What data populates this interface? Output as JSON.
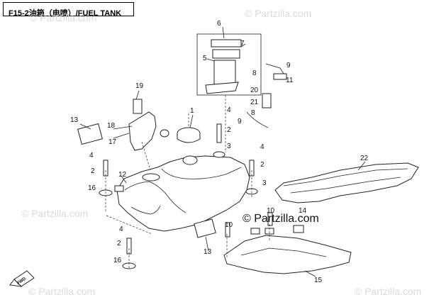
{
  "diagram": {
    "title": "F15-2油箱（电喷）/FUEL TANK",
    "brand_overlay": "© Partzilla.com",
    "watermarks": [
      "© Partzilla.com",
      "© Partzilla.com",
      "© Partzilla.com",
      "© Partzilla.com",
      "© Partzilla.com"
    ],
    "direction_label": "FWD",
    "callouts": [
      {
        "id": "c1",
        "label": "1"
      },
      {
        "id": "c2a",
        "label": "2"
      },
      {
        "id": "c2b",
        "label": "2"
      },
      {
        "id": "c2c",
        "label": "2"
      },
      {
        "id": "c2d",
        "label": "2"
      },
      {
        "id": "c3a",
        "label": "3"
      },
      {
        "id": "c3b",
        "label": "3"
      },
      {
        "id": "c4a",
        "label": "4"
      },
      {
        "id": "c4b",
        "label": "4"
      },
      {
        "id": "c4c",
        "label": "4"
      },
      {
        "id": "c4d",
        "label": "4"
      },
      {
        "id": "c5",
        "label": "5"
      },
      {
        "id": "c6",
        "label": "6"
      },
      {
        "id": "c7",
        "label": "7"
      },
      {
        "id": "c8a",
        "label": "8"
      },
      {
        "id": "c8b",
        "label": "8"
      },
      {
        "id": "c9a",
        "label": "9"
      },
      {
        "id": "c9b",
        "label": "9"
      },
      {
        "id": "c10a",
        "label": "10"
      },
      {
        "id": "c10b",
        "label": "10"
      },
      {
        "id": "c11",
        "label": "11"
      },
      {
        "id": "c12",
        "label": "12"
      },
      {
        "id": "c13a",
        "label": "13"
      },
      {
        "id": "c13b",
        "label": "13"
      },
      {
        "id": "c14",
        "label": "14"
      },
      {
        "id": "c15",
        "label": "15"
      },
      {
        "id": "c16a",
        "label": "16"
      },
      {
        "id": "c16b",
        "label": "16"
      },
      {
        "id": "c17",
        "label": "17"
      },
      {
        "id": "c18",
        "label": "18"
      },
      {
        "id": "c19",
        "label": "19"
      },
      {
        "id": "c20",
        "label": "20"
      },
      {
        "id": "c21",
        "label": "21"
      },
      {
        "id": "c22",
        "label": "22"
      }
    ]
  }
}
